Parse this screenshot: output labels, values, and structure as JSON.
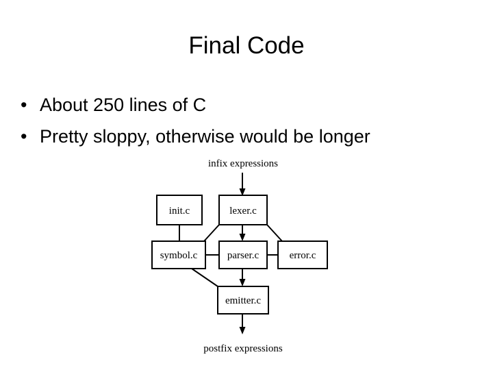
{
  "slide": {
    "title": "Final Code",
    "bullet_marker": "•",
    "bullets": [
      {
        "text": "About 250 lines of C"
      },
      {
        "text": "Pretty sloppy, otherwise would be longer"
      }
    ]
  },
  "diagram": {
    "input_label": "infix expressions",
    "output_label": "postfix expressions",
    "nodes": [
      {
        "id": "init",
        "label": "init.c"
      },
      {
        "id": "lexer",
        "label": "lexer.c"
      },
      {
        "id": "symbol",
        "label": "symbol.c"
      },
      {
        "id": "parser",
        "label": "parser.c"
      },
      {
        "id": "error",
        "label": "error.c"
      },
      {
        "id": "emitter",
        "label": "emitter.c"
      }
    ],
    "colors": {
      "stroke": "#000000",
      "fill": "#ffffff",
      "text": "#000000",
      "background": "#ffffff"
    }
  }
}
